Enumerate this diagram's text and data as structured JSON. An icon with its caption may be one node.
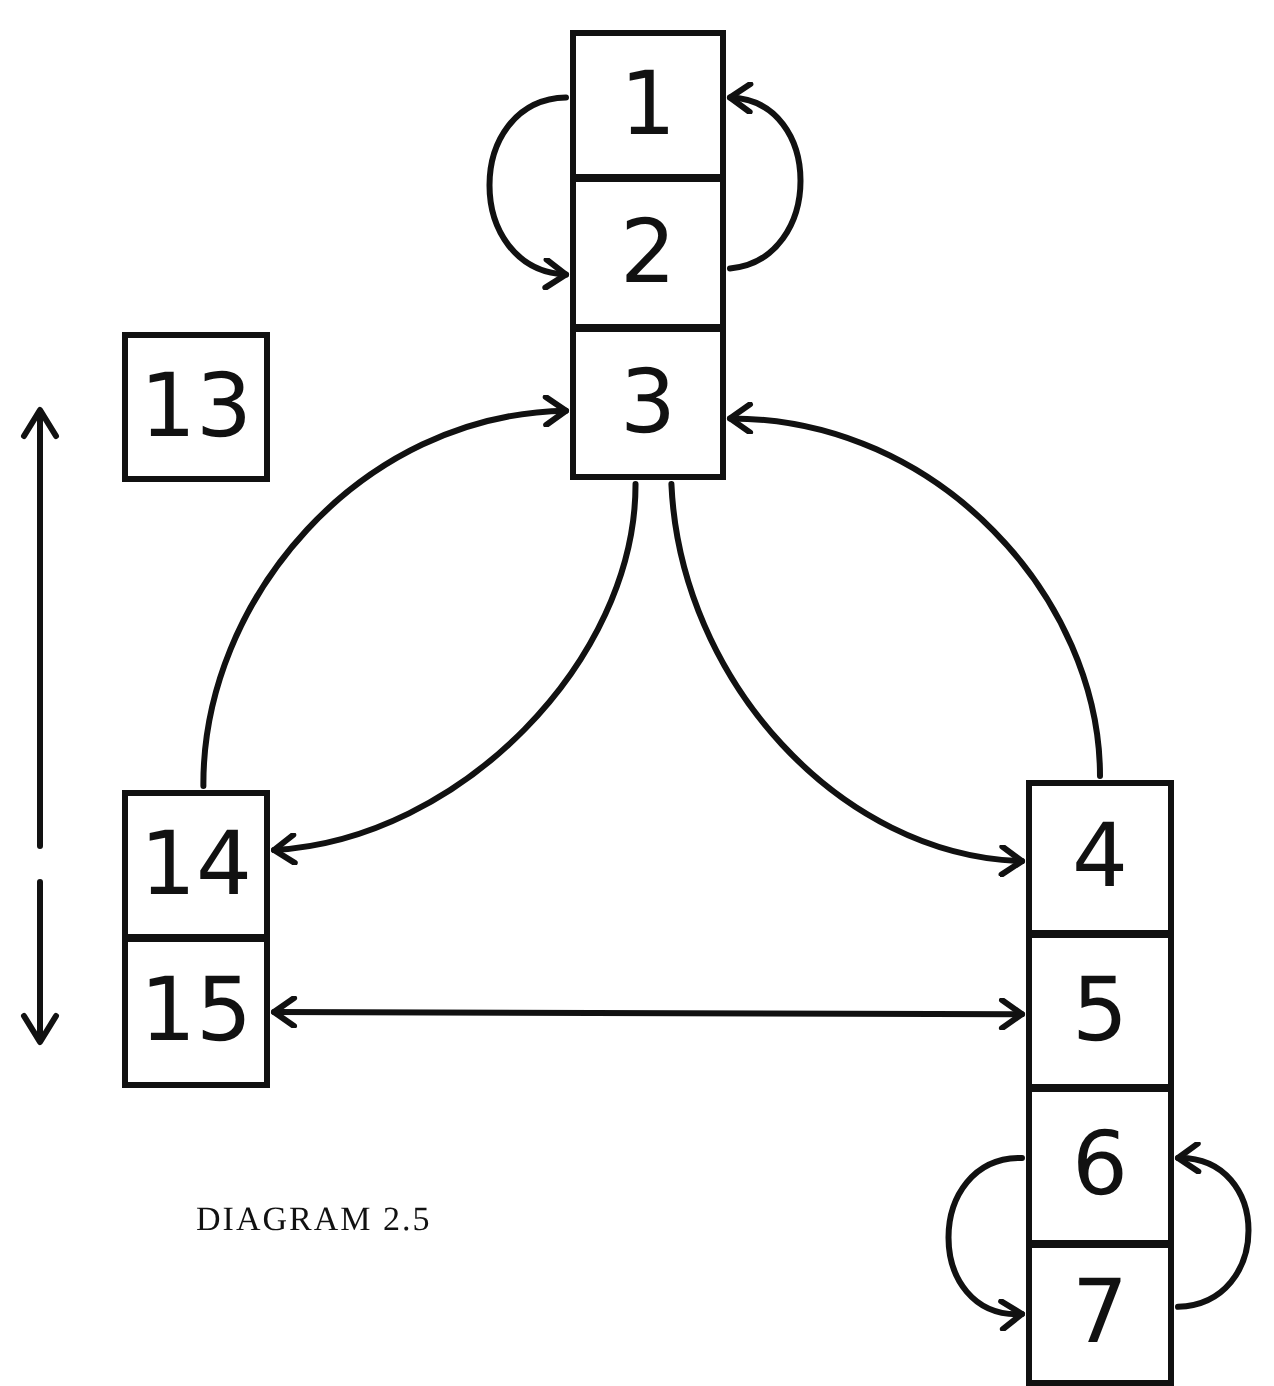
{
  "diagram": {
    "caption": "DIAGRAM 2.5",
    "nodes": [
      {
        "text": [
          "1"
        ]
      },
      {
        "text": [
          "2"
        ]
      },
      {
        "text": [
          "3"
        ]
      },
      {
        "text": [
          "13"
        ]
      },
      {
        "text": [
          "14"
        ]
      },
      {
        "text": [
          "15"
        ]
      },
      {
        "text": [
          "4"
        ]
      },
      {
        "text": [
          "5"
        ]
      },
      {
        "text": [
          "6"
        ]
      },
      {
        "text": [
          "7"
        ]
      }
    ],
    "edges": [
      {
        "from": 0,
        "to": 1,
        "arrow": "to"
      },
      {
        "from": 1,
        "to": 0,
        "arrow": "to"
      },
      {
        "from": 4,
        "to": 2,
        "arrow": "to"
      },
      {
        "from": 2,
        "to": 4,
        "arrow": "to"
      },
      {
        "from": 2,
        "to": 6,
        "arrow": "to"
      },
      {
        "from": 6,
        "to": 2,
        "arrow": "to"
      },
      {
        "from": 5,
        "to": 7,
        "arrow": "both"
      },
      {
        "from": 8,
        "to": 9,
        "arrow": "to"
      },
      {
        "from": 9,
        "to": 8,
        "arrow": "to"
      }
    ]
  }
}
